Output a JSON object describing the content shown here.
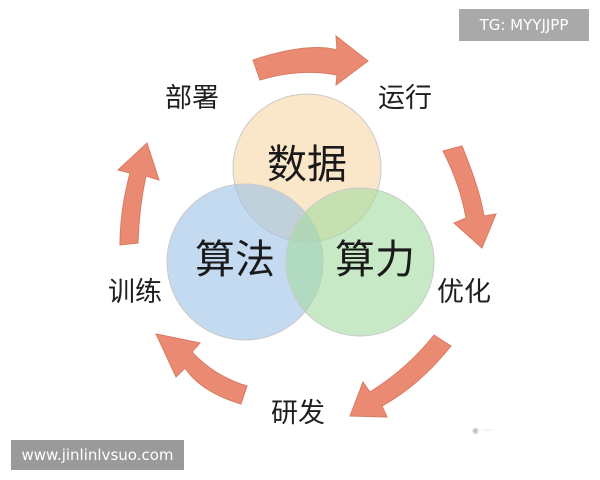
{
  "circles": {
    "data": {
      "label": "数据",
      "color": "#f7d7a8"
    },
    "algorithm": {
      "label": "算法",
      "color": "#9ec4e8"
    },
    "compute": {
      "label": "算力",
      "color": "#a7dca2"
    }
  },
  "cycle": [
    {
      "key": "deploy",
      "label": "部署"
    },
    {
      "key": "run",
      "label": "运行"
    },
    {
      "key": "optimize",
      "label": "优化"
    },
    {
      "key": "develop",
      "label": "研发"
    },
    {
      "key": "train",
      "label": "训练"
    }
  ],
  "arrow_color": "#eb8a72",
  "watermark": "TG: MYYJJPP",
  "footer_url": "www.jinlinlvsuo.com"
}
